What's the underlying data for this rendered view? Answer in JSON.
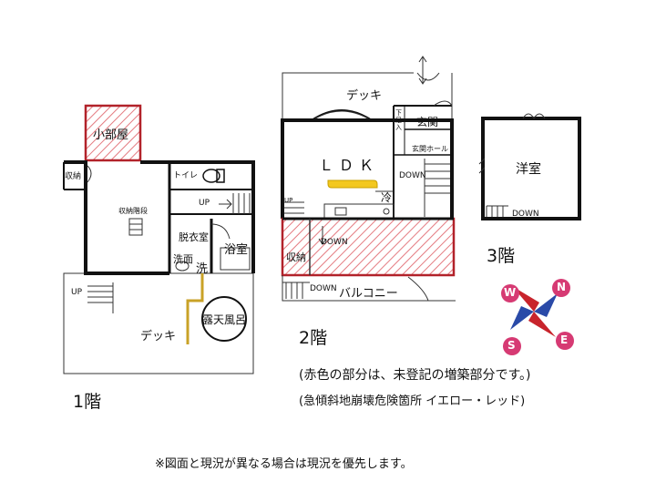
{
  "floors": {
    "f1": {
      "label": "1階",
      "rooms": {
        "small_room": "小部屋",
        "storage_left": "収納",
        "toilet": "トイレ",
        "storage_stairs": "収納階段",
        "dressing": "脱衣室",
        "bath": "浴室",
        "washbasin": "洗面",
        "washer": "洗",
        "deck": "デッキ",
        "outdoor_bath": "露天風呂"
      },
      "stair_up_labels": [
        "UP",
        "UP"
      ]
    },
    "f2": {
      "label": "2階",
      "rooms": {
        "deck": "デッキ",
        "ldk": "ＬＤＫ",
        "entrance": "玄関",
        "entrance_hall": "玄関ホール",
        "shoe_storage": "下足入",
        "fridge": "冷",
        "storage": "収納",
        "balcony": "バルコニー"
      },
      "stair_labels": {
        "down1": "DOWN",
        "down2": "DOWN",
        "down3": "DOWN",
        "up": "UP"
      }
    },
    "f3": {
      "label": "3階",
      "rooms": {
        "western": "洋室"
      },
      "stair_label": "DOWN"
    }
  },
  "notes": {
    "red_note": "(赤色の部分は、未登記の増築部分です。)",
    "hazard_note": "(急傾斜地崩壊危険箇所 イエロー・レッド)",
    "footer": "※図面と現況が異なる場合は現況を優先します。"
  },
  "compass": {
    "n": "N",
    "e": "E",
    "s": "S",
    "w": "W"
  },
  "colors": {
    "unregistered": "#c8242c",
    "hatch": "#e47a80",
    "compass_blue": "#2a4aa8",
    "compass_red": "#c8242c",
    "compass_badge": "#d63a73",
    "counter": "#f3c81f",
    "walkway": "#c9a227"
  }
}
